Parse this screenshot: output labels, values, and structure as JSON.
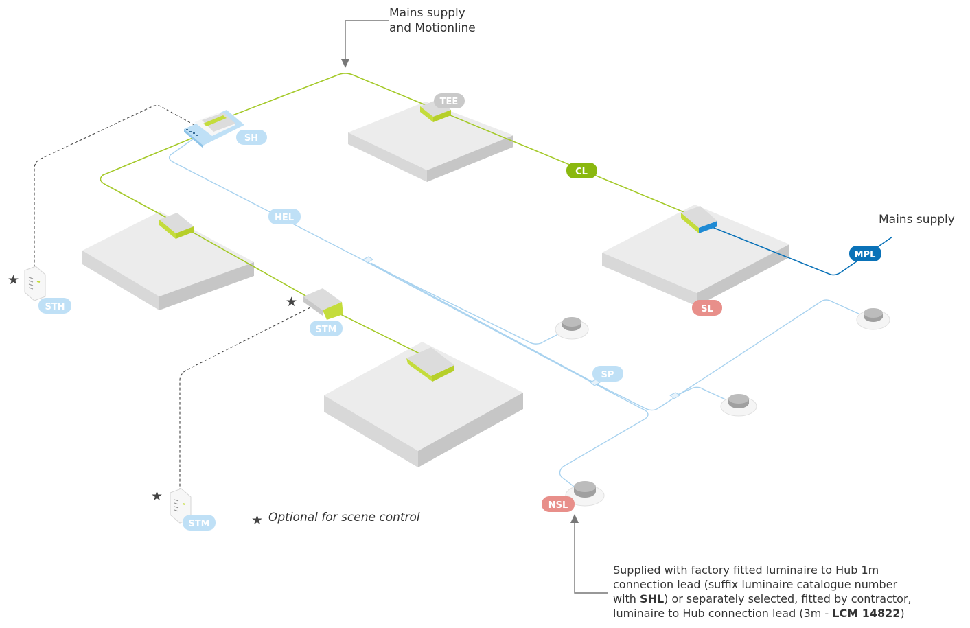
{
  "labels": {
    "mains_motionline": [
      "Mains supply",
      "and Motionline"
    ],
    "mains_supply": "Mains supply",
    "optional_note": "Optional for scene control",
    "optional_star": "★"
  },
  "badges": {
    "tee": "TEE",
    "sh": "SH",
    "cl": "CL",
    "hel": "HEL",
    "mpl": "MPL",
    "sl": "SL",
    "sth": "STH",
    "stm_mid": "STM",
    "stm_low": "STM",
    "sp": "SP",
    "nsl": "NSL"
  },
  "footnote": {
    "line1": "Supplied with factory fitted luminaire to Hub 1m",
    "line2": "connection lead (suffix luminaire catalogue number",
    "line3_a": "with ",
    "line3_bold": "SHL",
    "line3_b": ") or separately selected, fitted by contractor,",
    "line4_a": "luminaire to Hub connection lead (3m - ",
    "line4_bold": "LCM 14822",
    "line4_b": ")"
  },
  "colors": {
    "green": "#a4c928",
    "green_badge": "#8ab80f",
    "light_blue": "#a8d2ef",
    "light_blue_badge": "#bfe0f6",
    "dark_blue": "#0a72b8",
    "red_badge": "#e88f8a",
    "grey_badge": "#c9c9c9",
    "panel_top": "#ececec",
    "panel_left": "#d6d6d6",
    "panel_right": "#c4c4c4"
  }
}
